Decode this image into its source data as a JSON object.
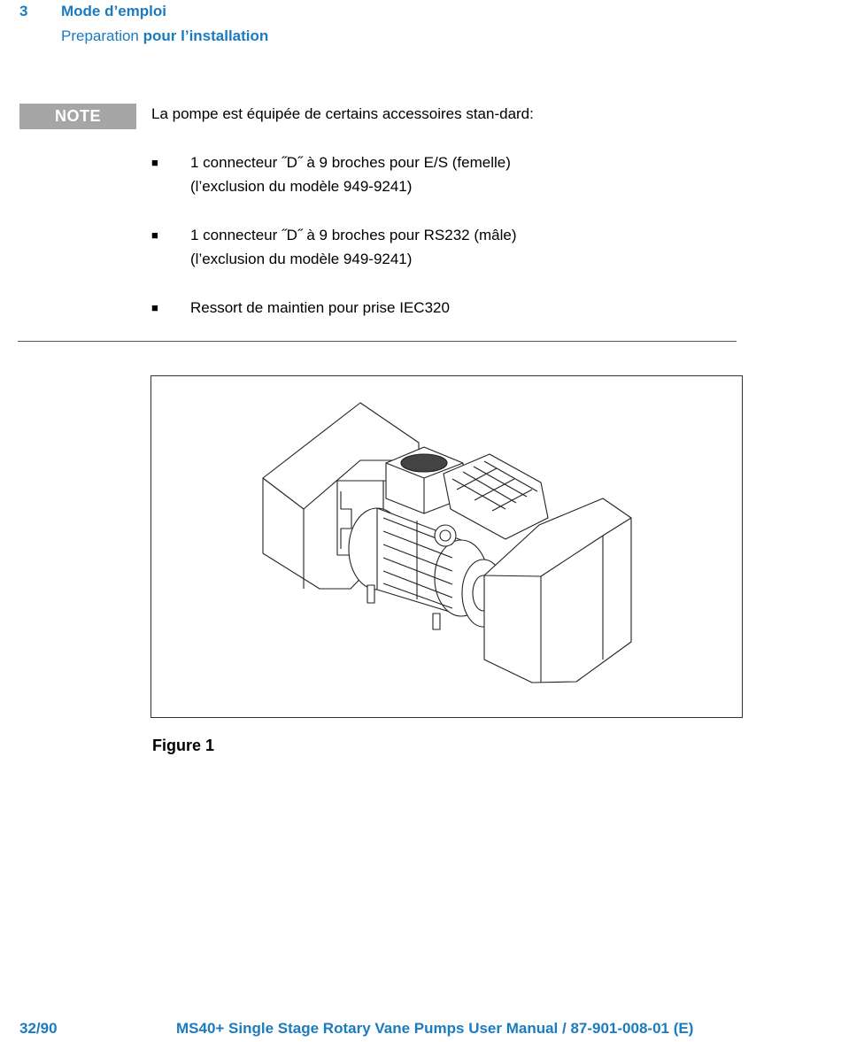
{
  "header": {
    "chapter_number": "3",
    "chapter_title": "Mode d’emploi",
    "section_plain": "Preparation",
    "section_bold": "pour l’installation"
  },
  "note": {
    "badge": "NOTE",
    "intro": "La pompe est équipée de certains accessoires stan-dard:",
    "items": [
      {
        "line1": "1 connecteur ˝D˝ à 9 broches pour E/S (femelle)",
        "line2": "(l’exclusion du modèle 949-9241)"
      },
      {
        "line1": "1 connecteur ˝D˝ à 9 broches pour RS232 (mâle)",
        "line2": "(l’exclusion du modèle 949-9241)"
      },
      {
        "line1": "Ressort de maintien pour prise IEC320",
        "line2": ""
      }
    ],
    "bullet_glyph": "■"
  },
  "figure": {
    "caption": "Figure 1"
  },
  "footer": {
    "page": "32/90",
    "title": "MS40+ Single Stage Rotary Vane Pumps User Manual / 87-901-008-01 (E)"
  },
  "colors": {
    "accent": "#1b7bbf",
    "badge": "#a6a6a6"
  }
}
